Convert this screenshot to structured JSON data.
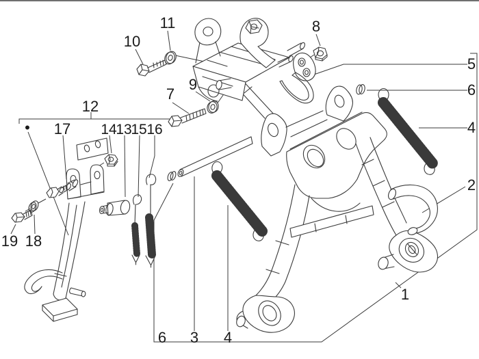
{
  "diagram": {
    "background": "#ffffff",
    "line_color": "#3a3a3a",
    "label_color": "#1a1a1a",
    "top_border_color": "#6f6f6f",
    "callouts": {
      "n1": "1",
      "n2": "2",
      "n3": "3",
      "n4": "4",
      "n5": "5",
      "n6": "6",
      "n7": "7",
      "n8": "8",
      "n9": "9",
      "n10": "10",
      "n11": "11",
      "n12": "12",
      "n13": "13",
      "n14": "14",
      "n15": "15",
      "n16": "16",
      "n17": "17",
      "n18": "18",
      "n19": "19",
      "bullet_marker": "•"
    }
  }
}
